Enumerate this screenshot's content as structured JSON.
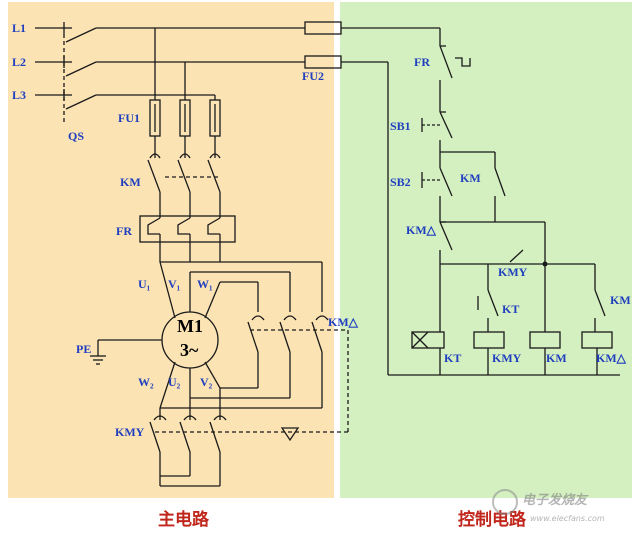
{
  "colors": {
    "main_bg": "#fbe3b4",
    "control_bg": "#d4f0c0",
    "wire": "#1a1a1a",
    "label_blue": "#1f3fbf",
    "label_red": "#c0261b"
  },
  "main_circuit": {
    "lines": [
      "L1",
      "L2",
      "L3"
    ],
    "qs": "QS",
    "fu1": "FU1",
    "km": "KM",
    "fr": "FR",
    "u1": "U₁",
    "v1": "V₁",
    "w1": "W₁",
    "motor_name": "M1",
    "motor_phase": "3~",
    "pe": "PE",
    "w2": "W₂",
    "u2": "U₂",
    "v2": "V₂",
    "km_delta": "KM△",
    "kmy": "KMY",
    "caption": "主电路"
  },
  "control_circuit": {
    "fu2": "FU2",
    "fr": "FR",
    "sb1": "SB1",
    "sb2": "SB2",
    "km": "KM",
    "km_delta_contact": "KM△",
    "kmy_contact": "KMY",
    "kt_contact": "KT",
    "km_right": "KM",
    "coils": [
      "KT",
      "KMY",
      "KM",
      "KM△"
    ],
    "caption": "控制电路"
  },
  "watermark": {
    "text": "电子发烧友",
    "url": "www.elecfans.com"
  }
}
